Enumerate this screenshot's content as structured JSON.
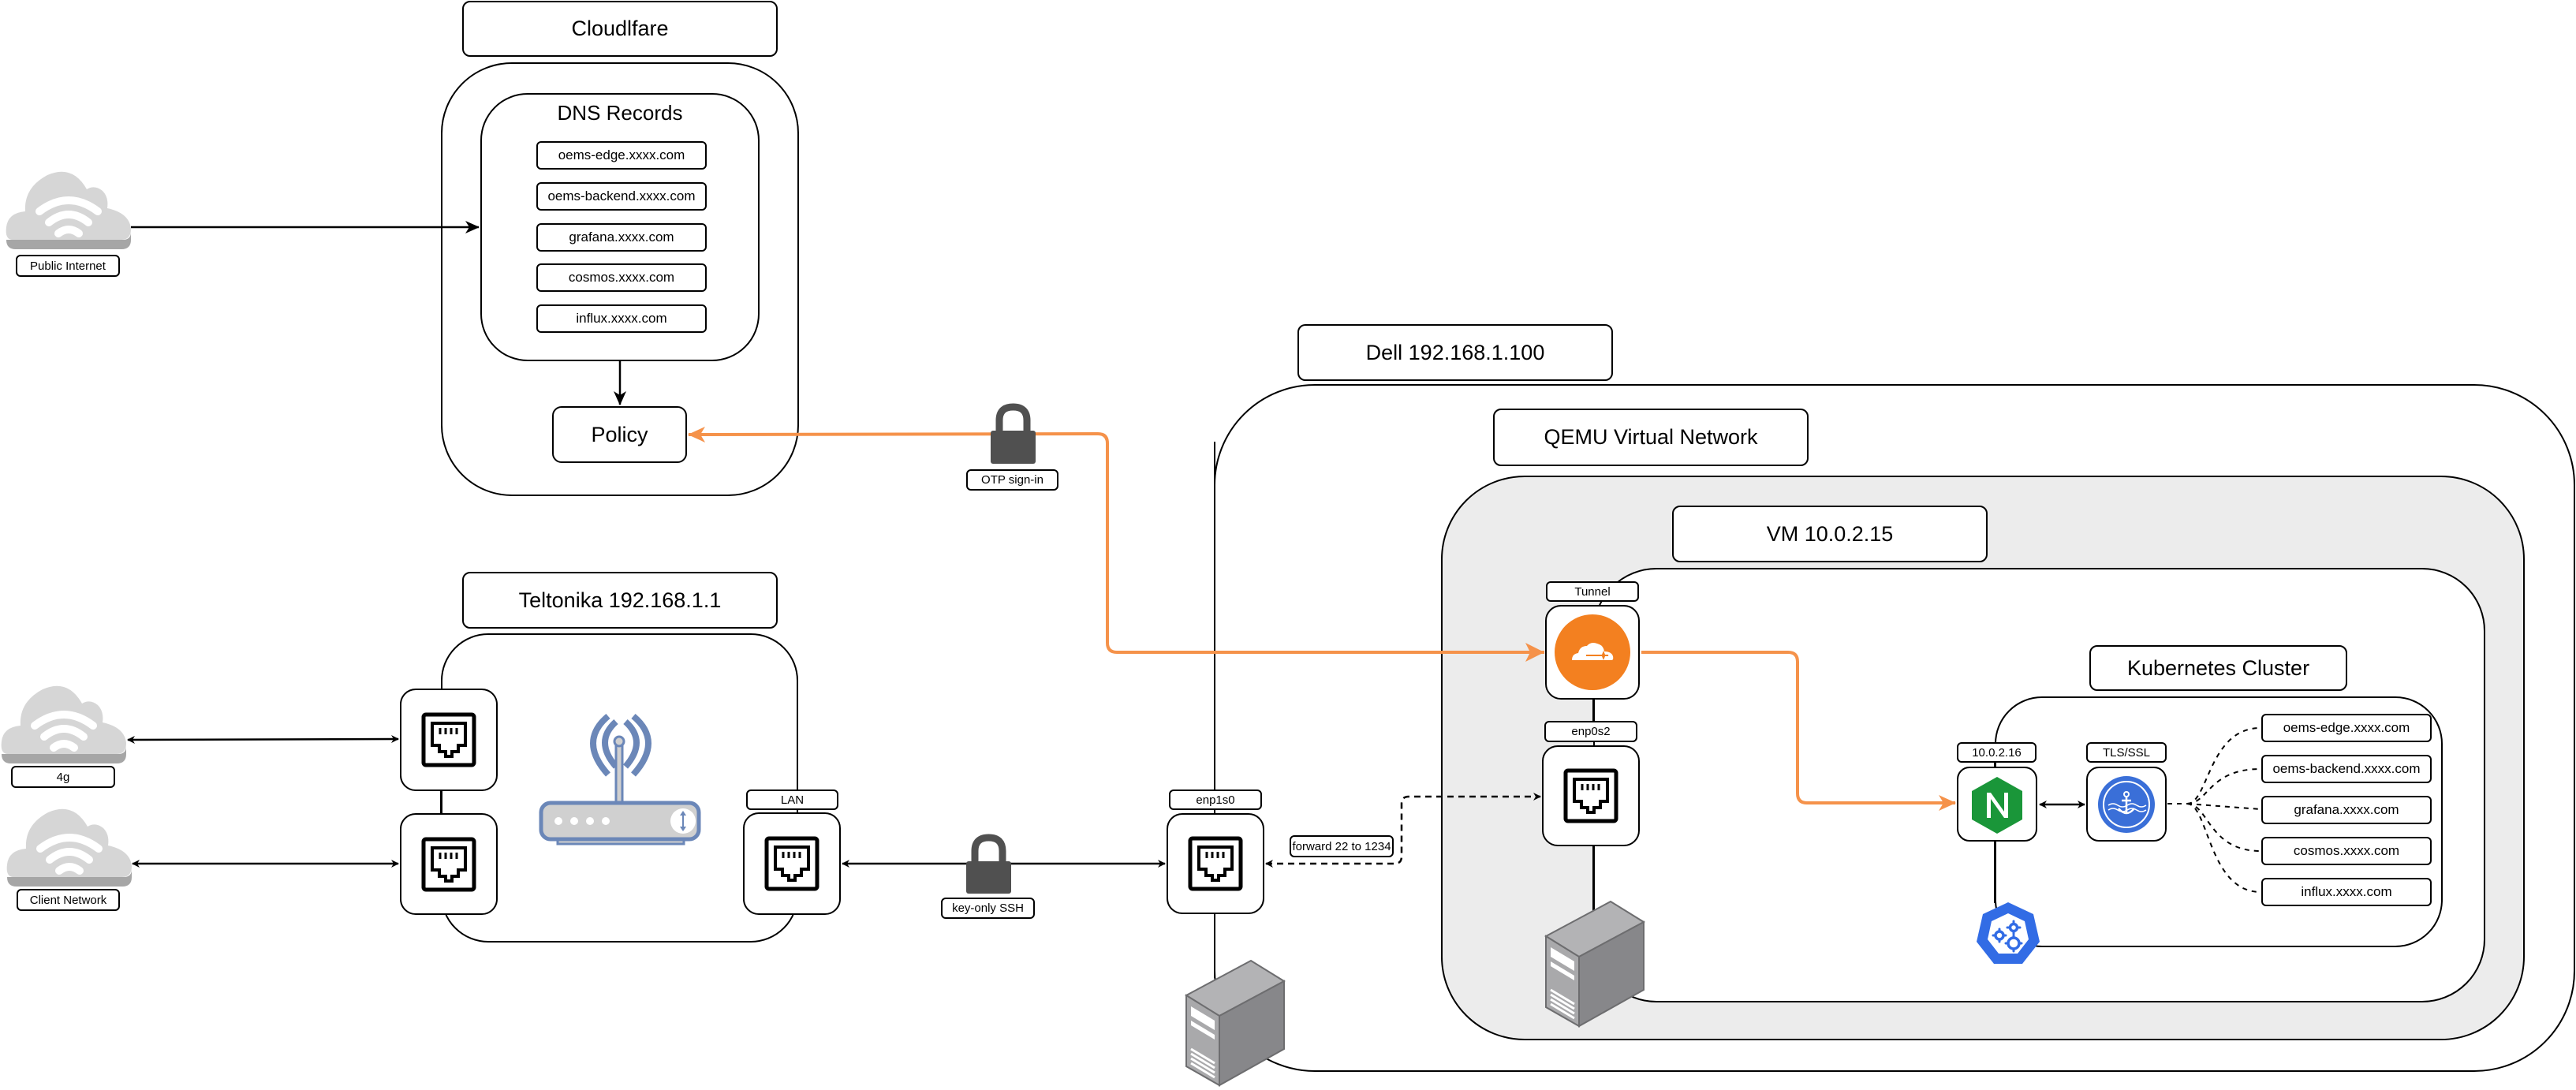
{
  "diagram": {
    "cloudflare": {
      "title": "Cloudlfare",
      "dns_records": {
        "title": "DNS Records",
        "items": [
          "oems-edge.xxxx.com",
          "oems-backend.xxxx.com",
          "grafana.xxxx.com",
          "cosmos.xxxx.com",
          "influx.xxxx.com"
        ]
      },
      "policy_label": "Policy"
    },
    "external_networks": {
      "public_internet": "Public Internet",
      "fourg": "4g",
      "client_network": "Client Network"
    },
    "teltonika": {
      "title": "Teltonika 192.168.1.1",
      "lan_label": "LAN"
    },
    "security": {
      "otp_label": "OTP sign-in",
      "ssh_label": "key-only SSH"
    },
    "dell": {
      "title": "Dell 192.168.1.100",
      "nic_label": "enp1s0",
      "forward_label": "forward 22 to 1234"
    },
    "qemu": {
      "title": "QEMU Virtual Network"
    },
    "vm": {
      "title": "VM 10.0.2.15",
      "tunnel_label": "Tunnel",
      "nic_label": "enp0s2"
    },
    "kubernetes": {
      "title": "Kubernetes Cluster",
      "ingress_label": "10.0.2.16",
      "tls_label": "TLS/SSL",
      "hosts": [
        "oems-edge.xxxx.com",
        "oems-backend.xxxx.com",
        "grafana.xxxx.com",
        "cosmos.xxxx.com",
        "influx.xxxx.com"
      ]
    },
    "colors": {
      "tunnel_path": "#f5924a",
      "cloudflare_orange": "#f38020",
      "nginx_green": "#1a9639",
      "certmanager_blue": "#3a6fd8",
      "kubernetes_blue": "#326ce5",
      "router_blue": "#6b87b8",
      "lock_gray": "#505050",
      "qemu_fill": "#ececec"
    }
  }
}
